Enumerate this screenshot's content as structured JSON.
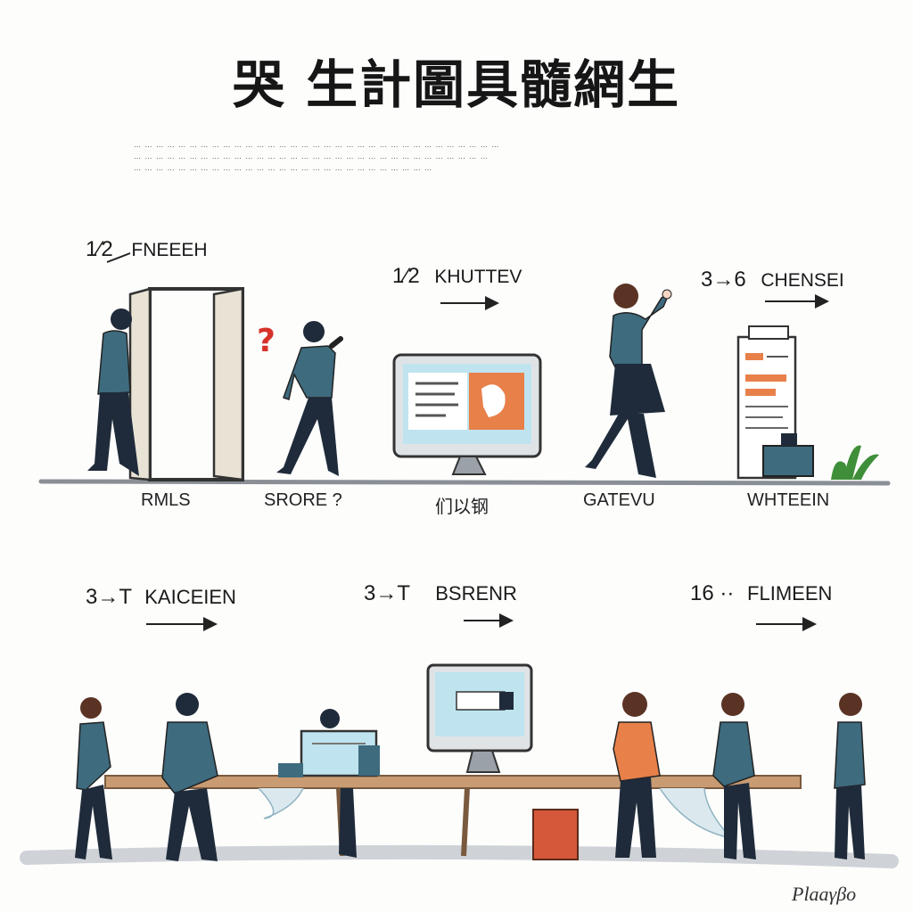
{
  "title": "哭 生計圖具髓網生",
  "subtitle_lines": [
    "… … … … … … … … … … … … … … … … … … … … … … … … … … … … … … … … …",
    "… … … … … … … … … … … … … … … … … … … … … … … … … … … … … … … …",
    "… … … … … … … … … … … … … … … … … … … … … … … … … … …"
  ],
  "top_steps": [
    {
      "num": "1⁄2",
      "label": "FNEEEH"
    },
    {
      "num": "1⁄2",
      "label": "KHUTTEV"
    },
    {
      "num": "3→6",
      "label": "CHENSEI"
    }
  ],
  "top_ground_labels": [
    "RMLS",
    "SRORE ?",
    "们以钢",
    "GATEVU",
    "WHTEEIN"
  ],
  "bottom_steps": [
    {
      "num": "3→T",
      "label": "KAICEIEN"
    },
    {
      "num": "3→T",
      "label": "BSRENR"
    },
    {
      "num": "16 ··",
      "label": "FLIMEEN"
    }
  ],
  "signature": "Plaaγβo",
  "colors": {
    "teal": "#3e6b7e",
    "dark": "#1f2b3a",
    "orange": "#e8804a",
    "screen": "#bfe4ef",
    "wood": "#c89b72",
    "plant": "#3f8f3a",
    "question": "#d6322a"
  }
}
